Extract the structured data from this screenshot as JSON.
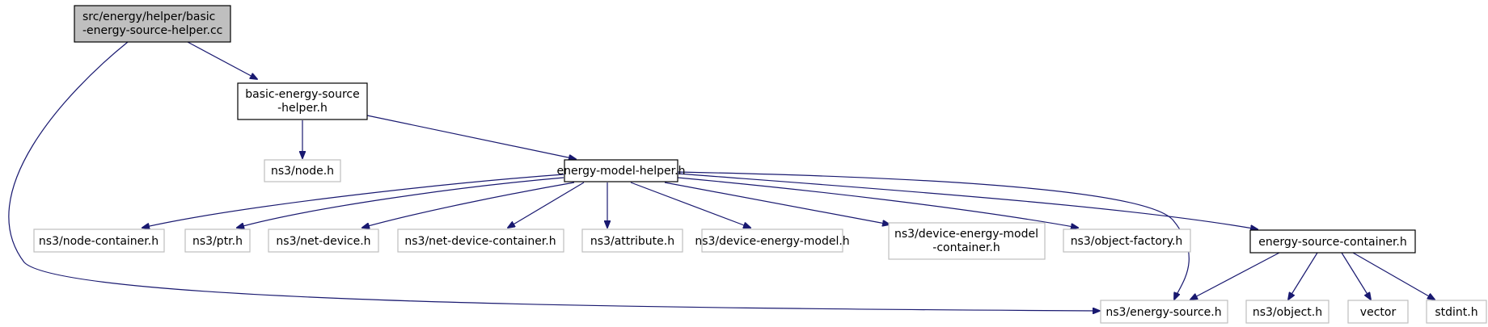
{
  "graph": {
    "nodes": {
      "root": {
        "line1": "src/energy/helper/basic",
        "line2": "-energy-source-helper.cc"
      },
      "basic_helper": {
        "line1": "basic-energy-source",
        "line2": "-helper.h"
      },
      "node_h": {
        "label": "ns3/node.h"
      },
      "energy_model_helper": {
        "label": "energy-model-helper.h"
      },
      "node_container": {
        "label": "ns3/node-container.h"
      },
      "ptr": {
        "label": "ns3/ptr.h"
      },
      "net_device": {
        "label": "ns3/net-device.h"
      },
      "net_device_container": {
        "label": "ns3/net-device-container.h"
      },
      "attribute": {
        "label": "ns3/attribute.h"
      },
      "device_energy_model": {
        "label": "ns3/device-energy-model.h"
      },
      "device_energy_model_container": {
        "line1": "ns3/device-energy-model",
        "line2": "-container.h"
      },
      "object_factory": {
        "label": "ns3/object-factory.h"
      },
      "energy_source_container": {
        "label": "energy-source-container.h"
      },
      "energy_source": {
        "label": "ns3/energy-source.h"
      },
      "object": {
        "label": "ns3/object.h"
      },
      "vector": {
        "label": "vector"
      },
      "stdint": {
        "label": "stdint.h"
      }
    },
    "colors": {
      "edge": "#191970",
      "root_fill": "#bfbfbf",
      "external_border": "#bfbfbf",
      "internal_border": "#000000"
    }
  }
}
